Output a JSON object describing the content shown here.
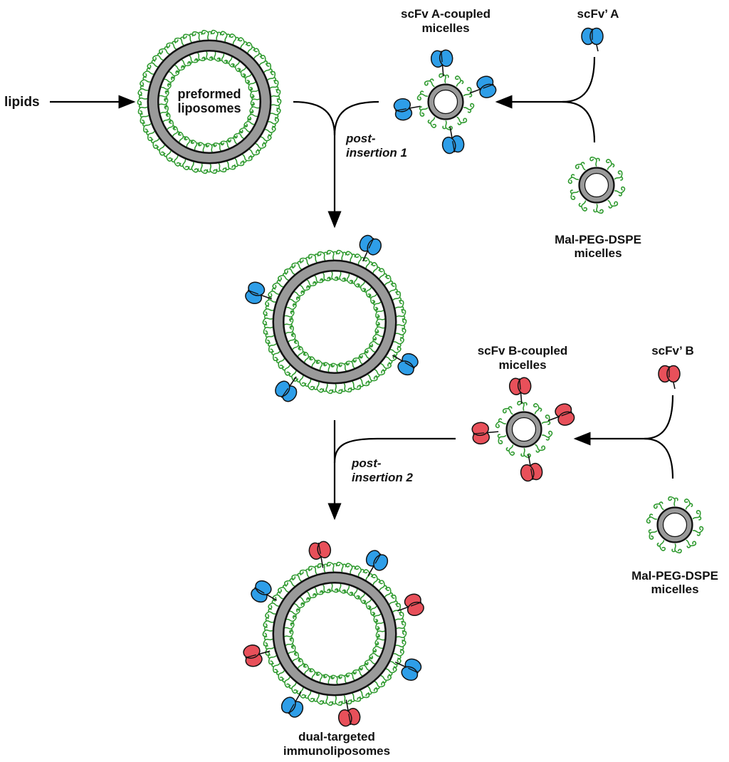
{
  "labels": {
    "lipids": "lipids",
    "preformed_line1": "preformed",
    "preformed_line2": "liposomes",
    "scfv_a_coupled_line1": "scFv A-coupled",
    "scfv_a_coupled_line2": "micelles",
    "scfv_prime_a": "scFv’ A",
    "mal_peg_a_line1": "Mal-PEG-DSPE",
    "mal_peg_a_line2": "micelles",
    "post_insertion_1_line1": "post-",
    "post_insertion_1_line2": "insertion 1",
    "scfv_b_coupled_line1": "scFv B-coupled",
    "scfv_b_coupled_line2": "micelles",
    "scfv_prime_b": "scFv’ B",
    "post_insertion_2_line1": "post-",
    "post_insertion_2_line2": "insertion 2",
    "mal_peg_b_line1": "Mal-PEG-DSPE",
    "mal_peg_b_line2": "micelles",
    "dual_line1": "dual-targeted",
    "dual_line2": "immunoliposomes"
  },
  "colors": {
    "peg": "#2f9a2f",
    "membrane": "#9a9a9a",
    "outline": "#111111",
    "scfv_a": "#2e9ee8",
    "scfv_b": "#e8505a"
  }
}
